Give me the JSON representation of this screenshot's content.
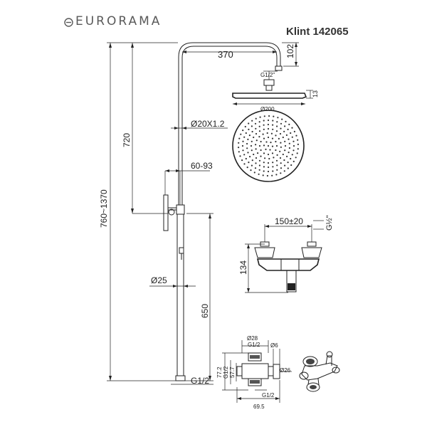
{
  "header": {
    "brand": "EURORAMA",
    "model": "Klint 142065"
  },
  "dimensions": {
    "arm_length": "370",
    "arm_height": "102",
    "head_thread": "G1/2\"",
    "head_thickness": "13",
    "head_diameter": "Ø200",
    "pipe": "Ø20X1.2",
    "upper_height": "720",
    "wall_distance": "60-93",
    "total_height": "760~1370",
    "rod_diameter": "Ø25",
    "lower_height": "650",
    "bottom_thread": "G1/2",
    "mixer_centres": "150±20",
    "mixer_thread": "G½\"",
    "mixer_height": "134",
    "diverter_d28": "Ø28",
    "diverter_top_thread": "G1/2",
    "diverter_d6": "Ø6",
    "diverter_d26": "Ø26",
    "diverter_left_1": "77.2",
    "diverter_left_2": "G1/2",
    "diverter_left_3": "57.7",
    "diverter_bottom_thread": "G1/2",
    "diverter_width": "69.5"
  },
  "icons": {
    "logo": "eurorama-logo-icon",
    "shower_head": "shower-head-icon",
    "mixer": "thermostatic-mixer-icon",
    "diverter": "diverter-valve-icon",
    "diverter_3d": "diverter-perspective-icon"
  }
}
